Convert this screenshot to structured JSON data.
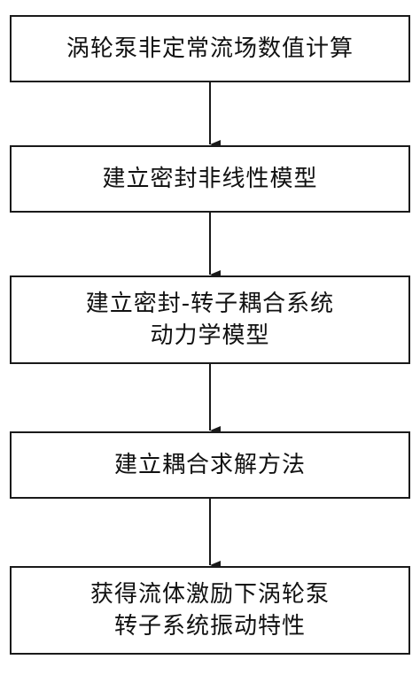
{
  "flowchart": {
    "steps": [
      {
        "lines": [
          "涡轮泵非定常流场数值计算"
        ]
      },
      {
        "lines": [
          "建立密封非线性模型"
        ]
      },
      {
        "lines": [
          "建立密封-转子耦合系统",
          "动力学模型"
        ]
      },
      {
        "lines": [
          "建立耦合求解方法"
        ]
      },
      {
        "lines": [
          "获得流体激励下涡轮泵",
          "转子系统振动特性"
        ]
      }
    ]
  },
  "colors": {
    "stroke": "#1a1a1a",
    "background": "#ffffff",
    "text": "#111111"
  }
}
